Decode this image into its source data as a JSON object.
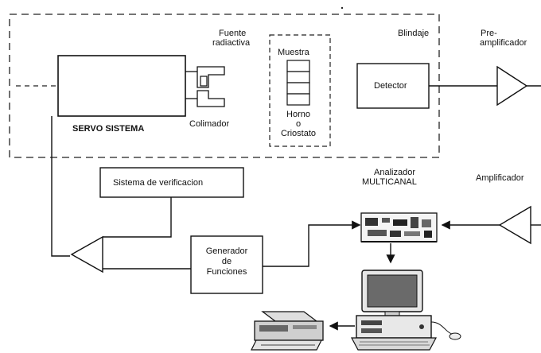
{
  "labels": {
    "fuente": "Fuente",
    "radiactiva": "radiactiva",
    "muestra": "Muestra",
    "blindaje": "Blindaje",
    "pre": "Pre-",
    "amplificador_pre": "amplificador",
    "detector": "Detector",
    "horno": "Horno",
    "o": "o",
    "criostato": "Criostato",
    "colimador": "Colimador",
    "servo": "SERVO SISTEMA",
    "verificacion": "Sistema de verificacion",
    "analizador": "Analizador",
    "multicanal": "MULTICANAL",
    "amplificador": "Amplificador",
    "generador": "Generador",
    "de": "de",
    "funciones": "Funciones"
  },
  "icons": [
    "printer-icon",
    "computer-icon",
    "analyzer-card-icon"
  ]
}
